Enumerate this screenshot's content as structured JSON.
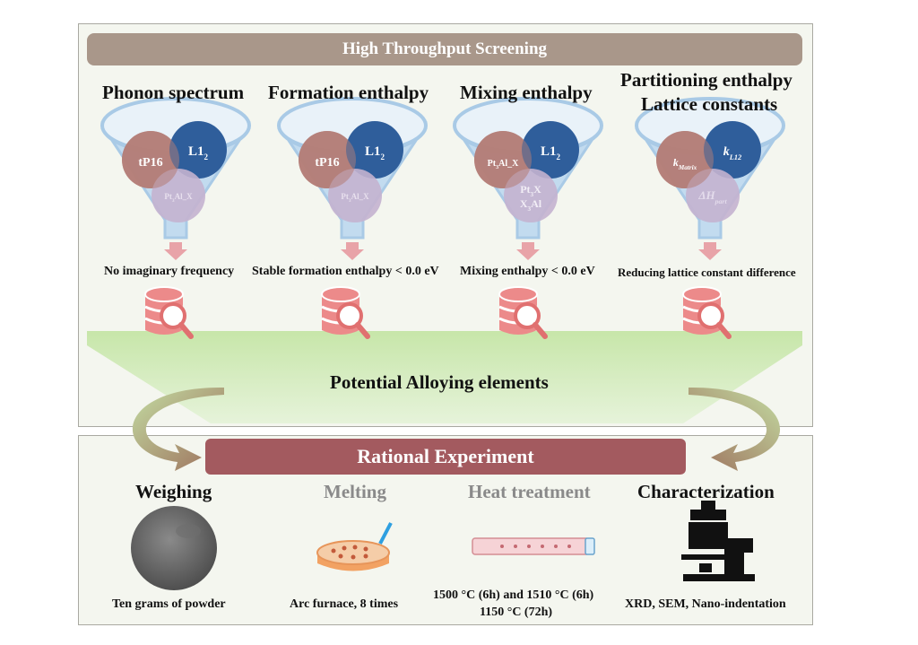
{
  "screening": {
    "title": "High Throughput Screening",
    "columns": [
      {
        "heading": "Phonon spectrum",
        "circle_left": "tP16",
        "circle_right": "L1",
        "right_sub": "2",
        "circle_bottom": "Pt",
        "bottom_sub": "3",
        "bottom_rest": "Al_X",
        "criterion": "No imaginary frequency"
      },
      {
        "heading": "Formation enthalpy",
        "circle_left": "tP16",
        "circle_right": "L1",
        "right_sub": "2",
        "circle_bottom": "Pt",
        "bottom_sub": "3",
        "bottom_rest": "Al_X",
        "criterion": "Stable formation enthalpy < 0.0 eV"
      },
      {
        "heading": "Mixing enthalpy",
        "circle_left": "Pt",
        "left_sub": "3",
        "left_rest": "Al_X",
        "circle_right": "L1",
        "right_sub": "2",
        "bottom_line1": "Pt",
        "bottom_line1_sub": "3",
        "bottom_line1_rest": "X",
        "bottom_line2": "X",
        "bottom_line2_sub": "3",
        "bottom_line2_rest": "Al",
        "criterion": "Mixing enthalpy  < 0.0 eV"
      },
      {
        "heading_line1": "Partitioning enthalpy",
        "heading_line2": "Lattice constants",
        "circle_left": "k",
        "left_sub": "Matrix",
        "circle_right": "k",
        "right_sub": "L12",
        "circle_bottom": "ΔH",
        "bottom_sub": "part",
        "criterion": "Reducing lattice constant difference"
      }
    ],
    "result": "Potential Alloying elements"
  },
  "experiment": {
    "title": "Rational Experiment",
    "steps": [
      {
        "heading": "Weighing",
        "caption": "Ten grams of powder",
        "icon": "powder-pile-icon"
      },
      {
        "heading": "Melting",
        "caption": "Arc furnace, 8 times",
        "icon": "arc-furnace-icon"
      },
      {
        "heading": "Heat treatment",
        "caption_line1": "1500 °C (6h) and 1510 °C (6h)",
        "caption_line2": "1150 °C (72h)",
        "icon": "tube-furnace-icon"
      },
      {
        "heading": "Characterization",
        "caption": "XRD, SEM, Nano-indentation",
        "icon": "microscope-icon"
      }
    ]
  },
  "colors": {
    "banner_top": "#a9978a",
    "banner_red": "#a35a5f",
    "funnel": "#bcd7ec",
    "circle_red": "#b07b74",
    "circle_blue": "#2e5d9a",
    "circle_purple": "#c3b2cd",
    "arrow_pink": "#e6a3a8",
    "database_red": "#e88080",
    "green_funnel": "#cfeab8"
  }
}
